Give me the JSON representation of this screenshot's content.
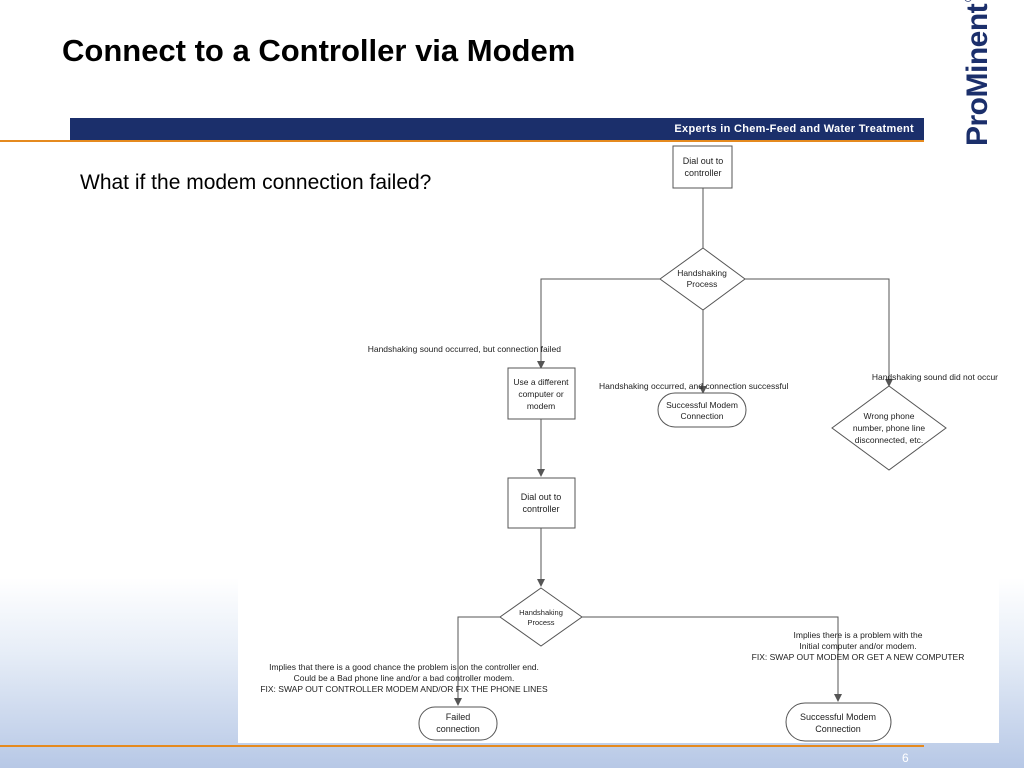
{
  "slide": {
    "title": "Connect to a Controller via Modem",
    "tagline": "Experts in Chem-Feed and Water Treatment",
    "logo_text": "ProMinent",
    "logo_mark": "®",
    "question": "What if the modem connection failed?",
    "page_number": "6"
  },
  "flowchart": {
    "nodes": {
      "dial1": [
        "Dial out to",
        "controller"
      ],
      "hs1": [
        "Handshaking",
        "Process"
      ],
      "use_diff": [
        "Use a different",
        "computer or",
        "modem"
      ],
      "success1": [
        "Successful Modem",
        "Connection"
      ],
      "wrong": [
        "Wrong phone",
        "number, phone line",
        "disconnected, etc."
      ],
      "dial2": [
        "Dial out to",
        "controller"
      ],
      "hs2": [
        "Handshaking",
        "Process"
      ],
      "failed": [
        "Failed",
        "connection"
      ],
      "success2": [
        "Successful Modem",
        "Connection"
      ]
    },
    "edge_labels": {
      "sound_failed": "Handshaking sound occurred, but connection failed",
      "occurred_success": "Handshaking occurred, and connection successful",
      "no_sound": "Handshaking sound did not occur",
      "controller_end": [
        "Implies that there is a good chance the problem is on the controller end.",
        "Could be a Bad phone line and/or a bad controller modem.",
        "FIX: SWAP OUT CONTROLLER MODEM AND/OR FIX THE PHONE LINES"
      ],
      "computer_end": [
        "Implies there is a problem with the",
        "Initial computer and/or modem.",
        "FIX: SWAP OUT MODEM OR GET A NEW COMPUTER"
      ]
    }
  },
  "colors": {
    "brand_blue": "#1b2f6b",
    "accent_orange": "#e58a1f",
    "line": "#555555"
  }
}
